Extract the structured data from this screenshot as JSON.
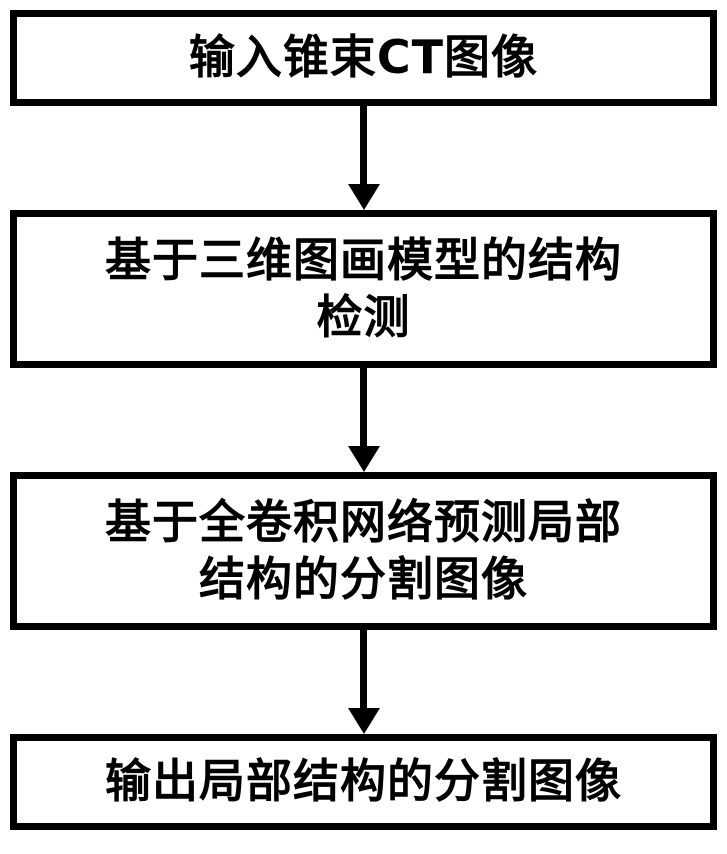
{
  "diagram": {
    "type": "flowchart",
    "background_color": "#ffffff",
    "box_border_color": "#000000",
    "text_color": "#000000",
    "nodes": [
      {
        "id": "input-cbct",
        "lines": [
          "输入锥束CT图像"
        ]
      },
      {
        "id": "structure-detection",
        "lines": [
          "基于三维图画模型的结构",
          "检测"
        ]
      },
      {
        "id": "fcn-segmentation-prediction",
        "lines": [
          "基于全卷积网络预测局部",
          "结构的分割图像"
        ]
      },
      {
        "id": "output-segmentation",
        "lines": [
          "输出局部结构的分割图像"
        ]
      }
    ],
    "connections": [
      {
        "from": "input-cbct",
        "to": "structure-detection",
        "direction": "down"
      },
      {
        "from": "structure-detection",
        "to": "fcn-segmentation-prediction",
        "direction": "down"
      },
      {
        "from": "fcn-segmentation-prediction",
        "to": "output-segmentation",
        "direction": "down"
      }
    ]
  }
}
